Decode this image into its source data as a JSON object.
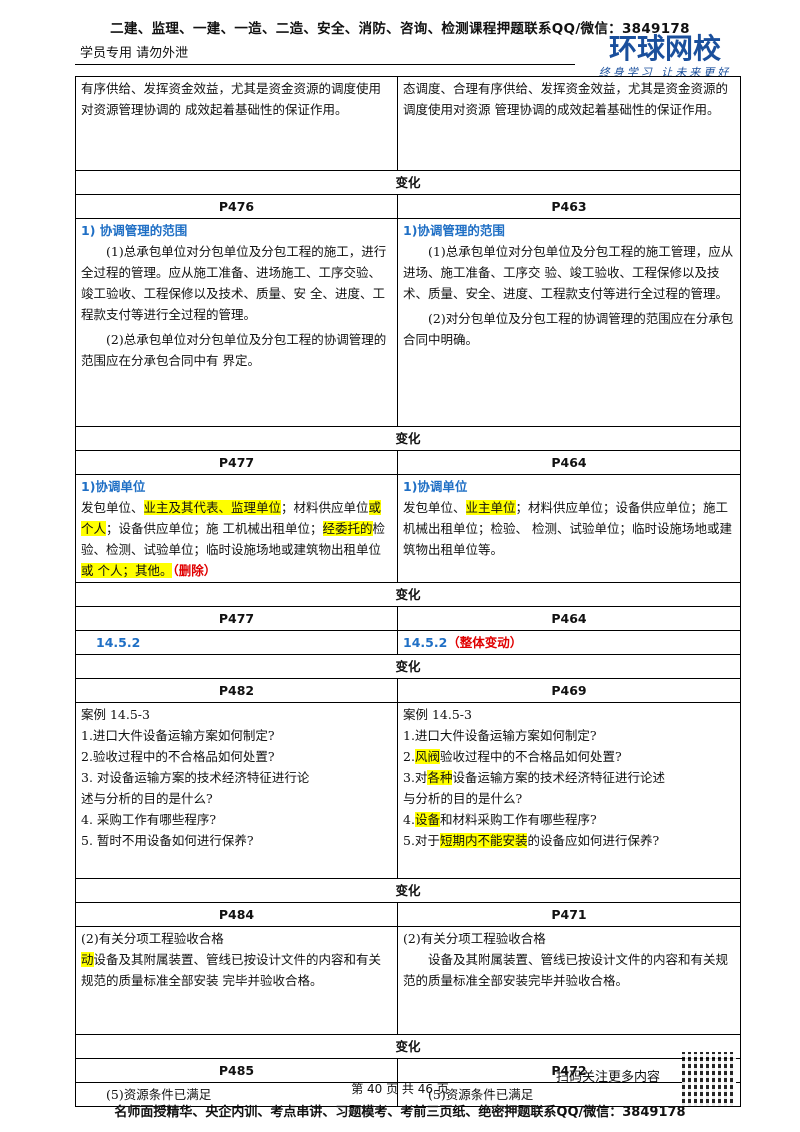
{
  "header": {
    "top": "二建、监理、一建、一造、二造、安全、消防、咨询、检测课程押题联系QQ/微信：3849178",
    "left": "学员专用 请勿外泄",
    "logo": "环球网校",
    "slogan": "终身学习 让未来更好"
  },
  "row0": {
    "left": "有序供给、发挥资金效益，尤其是资金资源的调度使用对资源管理协调的 成效起着基础性的保证作用。",
    "right": "态调度、合理有序供给、发挥资金效益，尤其是资金资源的调度使用对资源 管理协调的成效起着基础性的保证作用。"
  },
  "change": "变化",
  "s1": {
    "pl": "P476",
    "pr": "P463",
    "l_title": "1)  协调管理的范围",
    "l_p1": "(1)总承包单位对分包单位及分包工程的施工，进行全过程的管理。应从施工准备、进场施工、工序交验、竣工验收、工程保修以及技术、质量、安 全、进度、工程款支付等进行全过程的管理。",
    "l_p2": "(2)总承包单位对分包单位及分包工程的协调管理的范围应在分承包合同中有 界定。",
    "r_title": "1)协调管理的范围",
    "r_p1": "(1)总承包单位对分包单位及分包工程的施工管理，应从进场、施工准备、工序交 验、竣工验收、工程保修以及技术、质量、安全、进度、工程款支付等进行全过程的管理。",
    "r_p2": "(2)对分包单位及分包工程的协调管理的范围应在分承包合同中明确。"
  },
  "s2": {
    "pl": "P477",
    "pr": "P464",
    "l_title": "1)协调单位",
    "l_a": "发包单位、",
    "l_b": "业主及其代表、监理单位",
    "l_c": "；材料供应单位",
    "l_d": "或个人",
    "l_e": "；设备供应单位；施 工机械出租单位；",
    "l_f": "经委托的",
    "l_g": "检验、检测、试验单位；临时设施场地或建筑物出租单位",
    "l_h": "或 个人；其他。",
    "l_i": "（删除）",
    "r_title": "1)协调单位",
    "r_a": "发包单位、",
    "r_b": "业主单位",
    "r_c": "；材料供应单位；设备供应单位；施工机械出租单位；检验、 检测、试验单位；临时设施场地或建筑物出租单位等。"
  },
  "s3": {
    "pl": "P477",
    "pr": "P464",
    "l": "14.5.2",
    "r": "14.5.2",
    "r_note": "（整体变动）"
  },
  "s4": {
    "pl": "P482",
    "pr": "P469",
    "l_case": "案例 14.5-3",
    "l_q1": "1.进口大件设备运输方案如何制定?",
    "l_q2": "2.验收过程中的不合格品如何处置?",
    "l_q3": "3. 对设备运输方案的技术经济特征进行论述与分析的目的是什么?",
    "l_q4": "4. 采购工作有哪些程序?",
    "l_q5": "5. 暂时不用设备如何进行保养?",
    "r_case": "案例 14.5-3",
    "r_q1": "1.进口大件设备运输方案如何制定?",
    "r_q2a": "2.",
    "r_q2b": "风阀",
    "r_q2c": "验收过程中的不合格品如何处置?",
    "r_q3a": "3.对",
    "r_q3b": "各种",
    "r_q3c": "设备运输方案的技术经济特征进行论述与分析的目的是什么?",
    "r_q4a": "4.",
    "r_q4b": "设备",
    "r_q4c": "和材料采购工作有哪些程序?",
    "r_q5a": "5.对于",
    "r_q5b": "短期内不能安装",
    "r_q5c": "的设备应如何进行保养?"
  },
  "s5": {
    "pl": "P484",
    "pr": "P471",
    "l_t": "(2)有关分项工程验收合格",
    "l_a": "动",
    "l_b": "设备及其附属装置、管线已按设计文件的内容和有关规范的质量标准全部安装 完毕并验收合格。",
    "r_t": "(2)有关分项工程验收合格",
    "r_b": "设备及其附属装置、管线已按设计文件的内容和有关规范的质量标准全部安装完毕并验收合格。"
  },
  "s6": {
    "pl": "P485",
    "pr": "P472",
    "l": "(5)资源条件已满足",
    "r": "(5)资源条件已满足"
  },
  "footer": {
    "page": "第 40 页 共 46 页",
    "scan": "扫码关注更多内容",
    "bottom": "名师面授精华、央企内训、考点串讲、习题模考、考前三页纸、绝密押题联系QQ/微信：3849178"
  }
}
